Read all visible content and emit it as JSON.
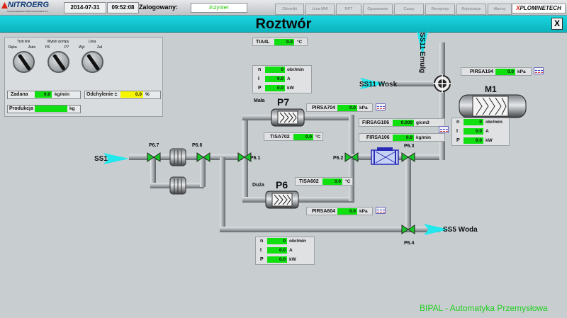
{
  "header": {
    "logo_text": "NITROERG",
    "logo_sub": "Grupa Kapitałowa KGHM Polska Miedź S.A.",
    "date": "2014-07-31",
    "time": "09:52:08",
    "logged_label": "Zalogowany:",
    "user": "inzynier",
    "tabs": [
      "Zbiorniki",
      "Linia MW",
      "RPT",
      "Ogrzewanie",
      "Czasy",
      "Receptury",
      "Rejestracje",
      "Alarmy"
    ],
    "xplo_brand": [
      "X",
      "PLOMINETECH"
    ]
  },
  "screen": {
    "title": "Roztwór",
    "close_label": "X"
  },
  "panel": {
    "selectors": [
      {
        "title": "Tryb linii",
        "left": "Ręka",
        "right": "Auto"
      },
      {
        "title": "Wybór pompy",
        "left": "P6",
        "right": "P7"
      },
      {
        "title": "Linia",
        "left": "Wył",
        "right": "Zał"
      }
    ],
    "zadana": {
      "label": "Zadana",
      "value": "0.0",
      "unit": "kg/min"
    },
    "odchylenie": {
      "label": "Odchylenie ±",
      "value": "0.0",
      "unit": "%"
    },
    "produkcja": {
      "label": "Produkcja",
      "value": "",
      "unit": "kg"
    }
  },
  "tags": {
    "TIA4L": {
      "label": "TIA4L",
      "value": "0.0",
      "unit": "°C"
    },
    "PIRSA194": {
      "label": "PIRSA194",
      "value": "0.0",
      "unit": "kPa"
    },
    "PIRSA704": {
      "label": "PIRSA704",
      "value": "0.0",
      "unit": "kPa"
    },
    "TISA702": {
      "label": "TISA702",
      "value": "0.0",
      "unit": "°C"
    },
    "FIRSAG106": {
      "label": "FIRSAG106",
      "value": "0.000",
      "unit": "g/cm3"
    },
    "FIRSA106": {
      "label": "FIRSA106",
      "value": "0.0",
      "unit": "kg/min"
    },
    "TISA602": {
      "label": "TISA602",
      "value": "0.0",
      "unit": "°C"
    },
    "PIRSA604": {
      "label": "PIRSA604",
      "value": "0.0",
      "unit": "kPa"
    }
  },
  "motors": {
    "p7": {
      "name": "P7",
      "line": "Mała",
      "n": "0",
      "i": "0.0",
      "p": "0.0"
    },
    "m1": {
      "name": "M1",
      "n": "0",
      "i": "0.0",
      "p": "0.0"
    },
    "p6": {
      "name": "P6",
      "line": "Duża",
      "n": "0",
      "i": "0.0",
      "p": "0.0"
    },
    "units": {
      "n": "obr/min",
      "i": "A",
      "p": "kW"
    },
    "row_labels": {
      "n": "n",
      "i": "I",
      "p": "P"
    }
  },
  "valves": [
    "P6.7",
    "P6.6",
    "P6.1",
    "P6.2",
    "P6.3",
    "P6.4"
  ],
  "streams": {
    "ss1": "SS1",
    "ss11_emul": "SS11 Emulg",
    "ss11_wosk": "SS11 Wosk",
    "ss5": "SS5 Woda"
  },
  "footer": "BIPAL - Automatyka Przemysłowa",
  "colors": {
    "accent": "#12c7d0",
    "value_ok": "#10e010",
    "value_warn": "#f6f500",
    "stream": "#22e8ee"
  }
}
